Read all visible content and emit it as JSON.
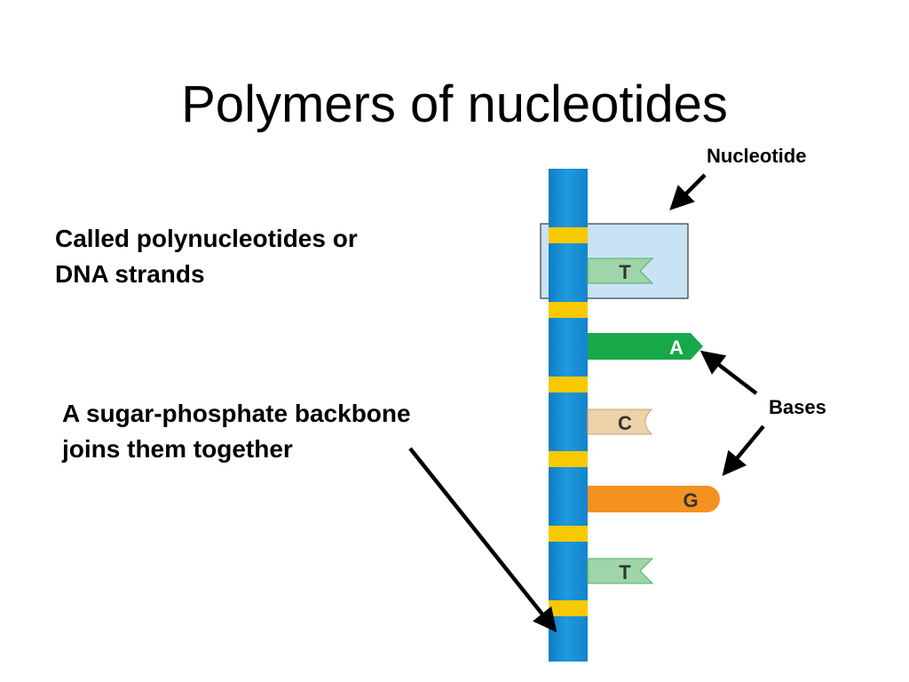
{
  "slide": {
    "title": "Polymers of nucleotides",
    "bullet_1": [
      "Called polynucleotides or",
      "DNA strands"
    ],
    "bullet_2": [
      "A sugar-phosphate backbone",
      "joins them together"
    ]
  },
  "diagram": {
    "label_nucleotide": "Nucleotide",
    "label_bases": "Bases",
    "bases": [
      {
        "letter": "T",
        "color": "#9fd5a8",
        "shape": "notch"
      },
      {
        "letter": "A",
        "color": "#17a84a",
        "shape": "arrow"
      },
      {
        "letter": "C",
        "color": "#ecd1a9",
        "shape": "concave"
      },
      {
        "letter": "G",
        "color": "#f39220",
        "shape": "round"
      },
      {
        "letter": "T",
        "color": "#9fd5a8",
        "shape": "notch"
      }
    ],
    "colors": {
      "backbone": "#1a8fd6",
      "phosphate": "#f7c900",
      "highlight_box": "#c8e3f5"
    }
  }
}
